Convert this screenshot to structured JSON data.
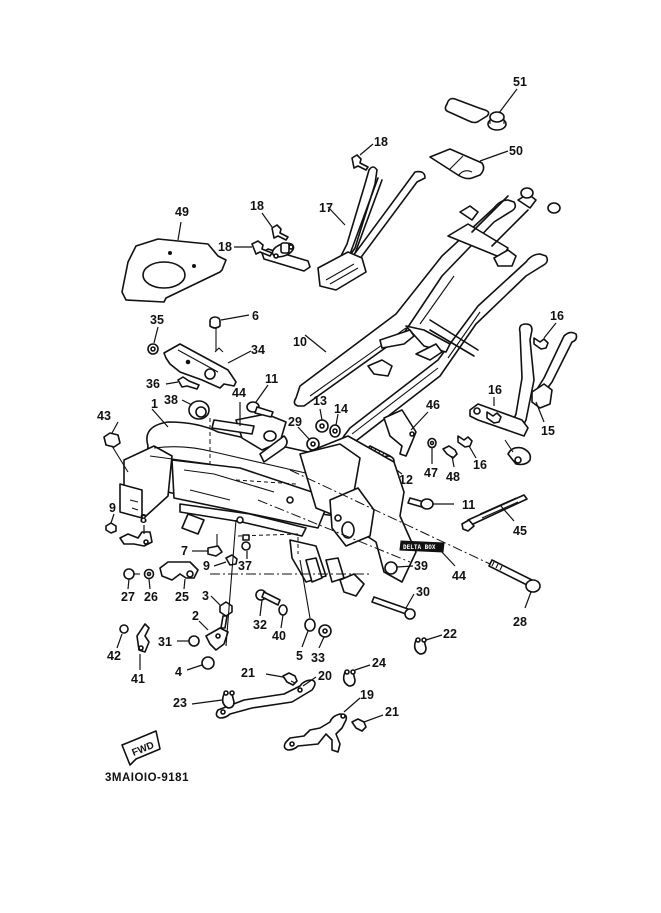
{
  "diagram": {
    "title": "Frame exploded parts diagram",
    "drawing_code": "3MAIOIO-9181",
    "direction_indicator": "FWD",
    "label_plate_text": "DELTA BOX",
    "colors": {
      "line": "#111111",
      "background": "#ffffff"
    }
  },
  "callouts": [
    {
      "id": "c51",
      "number": "51"
    },
    {
      "id": "c50",
      "number": "50"
    },
    {
      "id": "c18a",
      "number": "18"
    },
    {
      "id": "c18b",
      "number": "18"
    },
    {
      "id": "c18c",
      "number": "18"
    },
    {
      "id": "c17",
      "number": "17"
    },
    {
      "id": "c49",
      "number": "49"
    },
    {
      "id": "c35",
      "number": "35"
    },
    {
      "id": "c6",
      "number": "6"
    },
    {
      "id": "c34",
      "number": "34"
    },
    {
      "id": "c10",
      "number": "10"
    },
    {
      "id": "c16a",
      "number": "16"
    },
    {
      "id": "c16b",
      "number": "16"
    },
    {
      "id": "c16c",
      "number": "16"
    },
    {
      "id": "c15",
      "number": "15"
    },
    {
      "id": "c36",
      "number": "36"
    },
    {
      "id": "c11a",
      "number": "11"
    },
    {
      "id": "c38",
      "number": "38"
    },
    {
      "id": "c44a",
      "number": "44"
    },
    {
      "id": "c1",
      "number": "1"
    },
    {
      "id": "c43",
      "number": "43"
    },
    {
      "id": "c13",
      "number": "13"
    },
    {
      "id": "c14",
      "number": "14"
    },
    {
      "id": "c29",
      "number": "29"
    },
    {
      "id": "c46",
      "number": "46"
    },
    {
      "id": "c47",
      "number": "47"
    },
    {
      "id": "c48",
      "number": "48"
    },
    {
      "id": "c12",
      "number": "12"
    },
    {
      "id": "c11b",
      "number": "11"
    },
    {
      "id": "c45",
      "number": "45"
    },
    {
      "id": "c9a",
      "number": "9"
    },
    {
      "id": "c8",
      "number": "8"
    },
    {
      "id": "c7",
      "number": "7"
    },
    {
      "id": "c9b",
      "number": "9"
    },
    {
      "id": "c37",
      "number": "37"
    },
    {
      "id": "c39",
      "number": "39"
    },
    {
      "id": "c44b",
      "number": "44"
    },
    {
      "id": "c27",
      "number": "27"
    },
    {
      "id": "c26",
      "number": "26"
    },
    {
      "id": "c25",
      "number": "25"
    },
    {
      "id": "c3",
      "number": "3"
    },
    {
      "id": "c30",
      "number": "30"
    },
    {
      "id": "c28",
      "number": "28"
    },
    {
      "id": "c2",
      "number": "2"
    },
    {
      "id": "c32",
      "number": "32"
    },
    {
      "id": "c40",
      "number": "40"
    },
    {
      "id": "c31",
      "number": "31"
    },
    {
      "id": "c5",
      "number": "5"
    },
    {
      "id": "c33",
      "number": "33"
    },
    {
      "id": "c22",
      "number": "22"
    },
    {
      "id": "c42",
      "number": "42"
    },
    {
      "id": "c4",
      "number": "4"
    },
    {
      "id": "c41",
      "number": "41"
    },
    {
      "id": "c21a",
      "number": "21"
    },
    {
      "id": "c24",
      "number": "24"
    },
    {
      "id": "c20",
      "number": "20"
    },
    {
      "id": "c23",
      "number": "23"
    },
    {
      "id": "c19",
      "number": "19"
    },
    {
      "id": "c21b",
      "number": "21"
    }
  ]
}
